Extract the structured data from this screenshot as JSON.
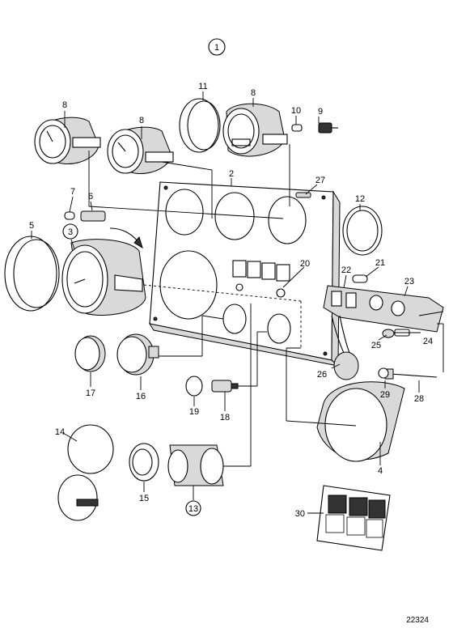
{
  "sheet_number": "1",
  "reference_number": "22324",
  "callouts": {
    "c2": "2",
    "c3": "3",
    "c4": "4",
    "c5": "5",
    "c6": "6",
    "c7": "7",
    "c8a": "8",
    "c8b": "8",
    "c8c": "8",
    "c9": "9",
    "c10": "10",
    "c11": "11",
    "c12": "12",
    "c13": "13",
    "c14": "14",
    "c15": "15",
    "c16": "16",
    "c17": "17",
    "c18": "18",
    "c19": "19",
    "c20": "20",
    "c21": "21",
    "c22": "22",
    "c23": "23",
    "c24": "24",
    "c25": "25",
    "c26": "26",
    "c27": "27",
    "c28": "28",
    "c29": "29",
    "c30": "30"
  }
}
